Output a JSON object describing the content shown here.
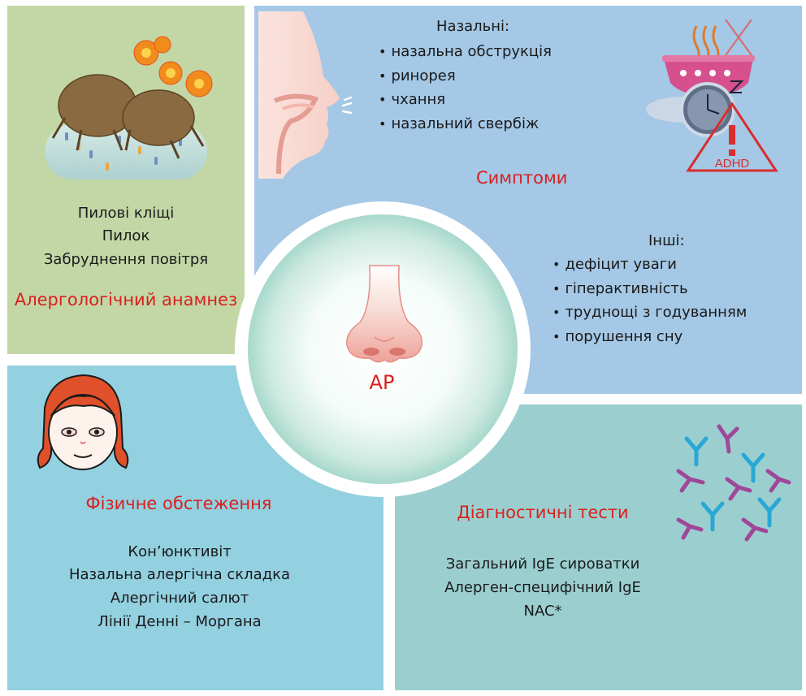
{
  "center": {
    "label": "АР"
  },
  "history": {
    "items": [
      "Пилові кліщі",
      "Пилок",
      "Забруднення повітря"
    ],
    "heading": "Алергологічний анамнез"
  },
  "symptoms": {
    "heading": "Симптоми",
    "nasal_title": "Назальні:",
    "nasal_items": [
      "назальна обструкція",
      "ринорея",
      "чхання",
      "назальний свербіж"
    ],
    "other_title": "Інші:",
    "other_items": [
      "дефіцит уваги",
      "гіперактивність",
      "труднощі з годуванням",
      "порушення сну"
    ],
    "adhd_label": "ADHD"
  },
  "exam": {
    "heading": "Фізичне обстеження",
    "items": [
      "Кон’юнктивіт",
      "Назальна алергічна складка",
      "Алергічний салют",
      "Лінії Денні – Моргана"
    ]
  },
  "tests": {
    "heading": "Діагностичні тести",
    "items": [
      "Загальний IgE сироватки",
      "Алерген-специфічний IgE",
      "NAC*"
    ]
  },
  "colors": {
    "history_panel": "#c3d7a6",
    "symptoms_panel": "#a4c8e6",
    "exam_panel": "#93d0e0",
    "tests_panel": "#9bcfcf",
    "heading_red": "#d8201e",
    "circle_center": "#ffffff",
    "circle_edge": "#a8d8cc"
  }
}
